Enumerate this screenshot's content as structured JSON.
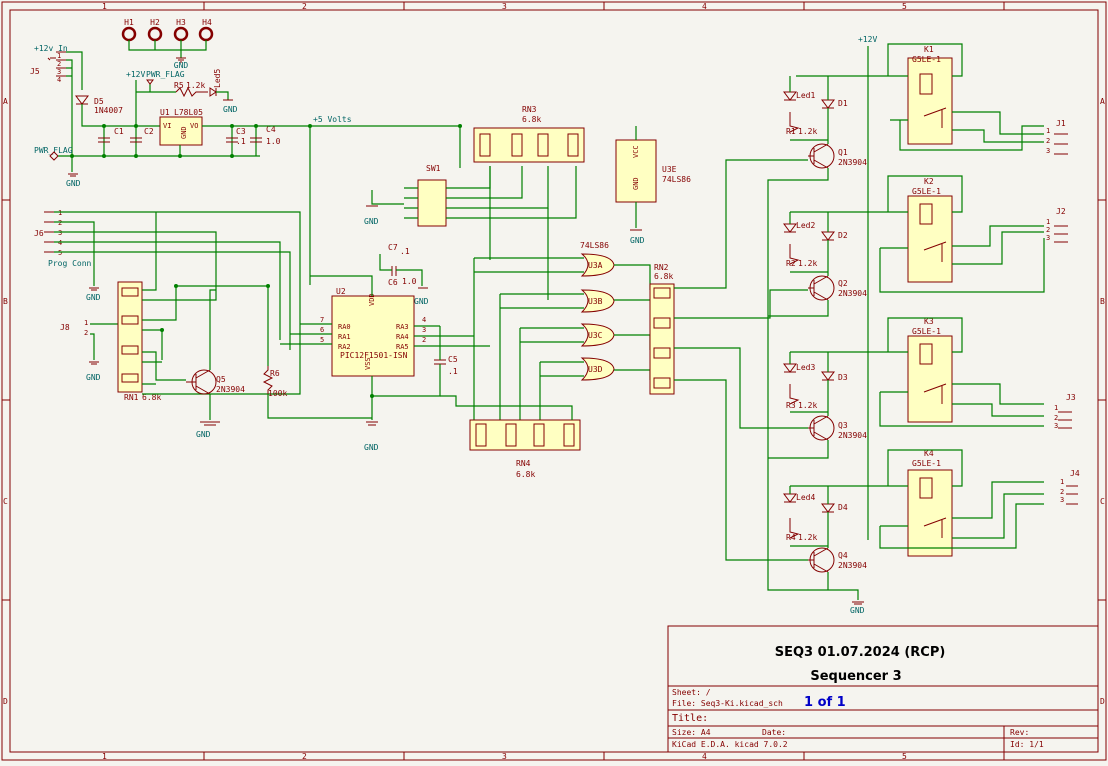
{
  "frame": {
    "cols": [
      "1",
      "2",
      "3",
      "4",
      "5"
    ],
    "rows": [
      "A",
      "B",
      "C",
      "D"
    ]
  },
  "labels": {
    "h1": "H1",
    "h2": "H2",
    "h3": "H3",
    "h4": "H4",
    "gnd": "GND",
    "v12in": "+12v In",
    "j5": "J5",
    "d5": "D5",
    "d5v": "1N4007",
    "pwrflag": "PWR_FLAG",
    "v12": "+12V",
    "r5": "R5",
    "r5v": "1.2k",
    "led5": "Led5",
    "u1": "U1",
    "u1v": "L78L05",
    "vi": "VI",
    "vo": "VO",
    "u1gnd": "GND",
    "c1": "C1",
    "c2": "C2",
    "c3": "C3",
    "c3v": ".1",
    "c4": "C4",
    "c4v": "1.0",
    "v5": "+5 Volts",
    "rn3": "RN3",
    "rn3v": "6.8k",
    "u3e": "U3E",
    "u3ev": "74LS86",
    "vcc": "VCC",
    "sw1": "SW1",
    "j6": "J6",
    "prog": "Prog Conn",
    "c7": "C7",
    "c7v": ".1",
    "c6": "C6",
    "c6v": "1.0",
    "u2": "U2",
    "vdd": "VDD",
    "vss": "VSS",
    "u2v": "PIC12F1501-ISN",
    "ra0": "RA0",
    "ra1": "RA1",
    "ra2": "RA2",
    "ra3": "RA3",
    "ra4": "RA4",
    "ra5": "RA5",
    "c5": "C5",
    "c5v": ".1",
    "j8": "J8",
    "rn1": "RN1",
    "rn1v": "6.8k",
    "q5": "Q5",
    "q5v": "2N3904",
    "r6": "R6",
    "r6v": "100k",
    "rn4": "RN4",
    "rn4v": "6.8k",
    "u3v": "74LS86",
    "u3a": "U3A",
    "u3b": "U3B",
    "u3c": "U3C",
    "u3d": "U3D",
    "rn2": "RN2",
    "rn2v": "6.8k",
    "v12b": "+12V",
    "k1": "K1",
    "k2": "K2",
    "k3": "K3",
    "k4": "K4",
    "relay": "G5LE-1",
    "led1": "Led1",
    "led2": "Led2",
    "led3": "Led3",
    "led4": "Led4",
    "d1": "D1",
    "d2": "D2",
    "d3": "D3",
    "d4": "D4",
    "r1": "R1",
    "r2": "R2",
    "r3": "R3",
    "r4": "R4",
    "rv": "1.2k",
    "q1": "Q1",
    "q2": "Q2",
    "q3": "Q3",
    "q4": "Q4",
    "qv": "2N3904",
    "j1": "J1",
    "j2": "J2",
    "j3": "J3",
    "j4": "J4"
  },
  "title_block": {
    "title": "SEQ3 01.07.2024 (RCP)",
    "subtitle": "Sequencer 3",
    "sheet_label": "Sheet: /",
    "file_label": "File: Seq3-Ki.kicad_sch",
    "page": "1 of 1",
    "title_label": "Title:",
    "size_label": "Size: A4",
    "date_label": "Date:",
    "rev_label": "Rev:",
    "tool_label": "KiCad E.D.A.  kicad 7.0.2",
    "id_label": "Id: 1/1"
  }
}
